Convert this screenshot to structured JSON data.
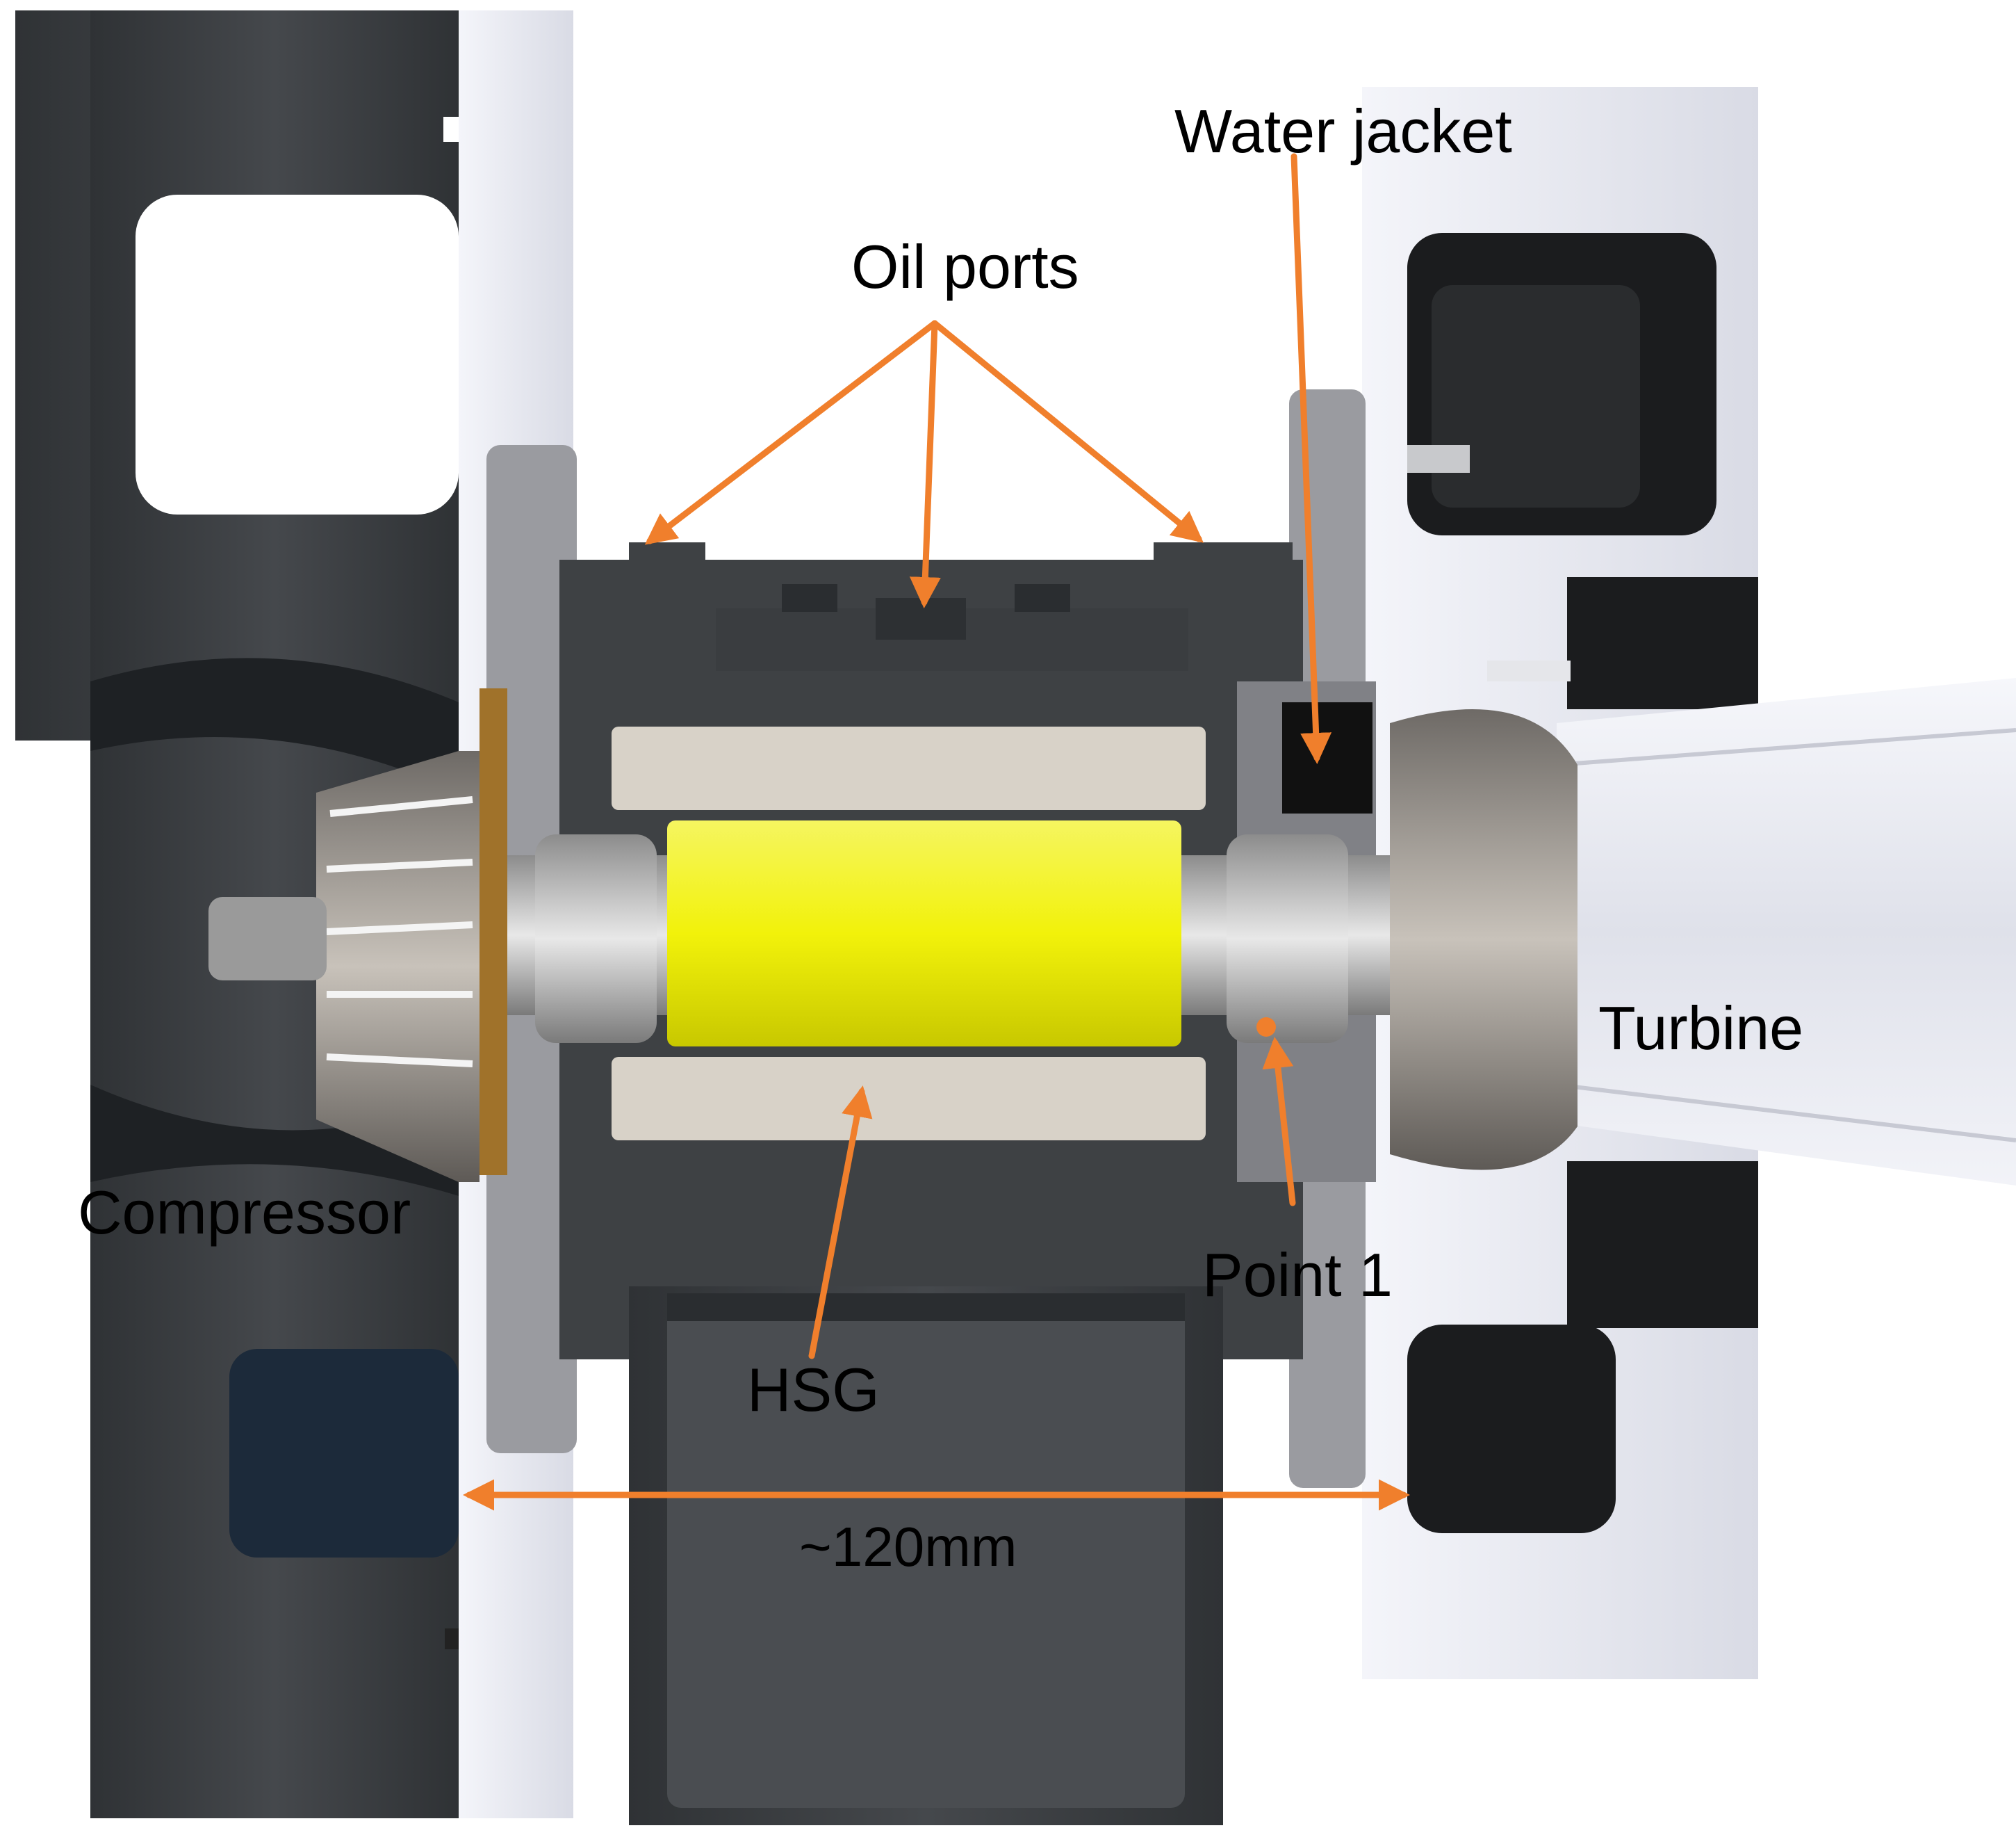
{
  "figure": {
    "labels": {
      "oil_ports": "Oil ports",
      "water_jacket": "Water jacket",
      "turbine": "Turbine",
      "compressor": "Compressor",
      "point_1": "Point 1",
      "hsg": "HSG",
      "dimension": "~120mm"
    },
    "colors": {
      "annotation_arrow": "#f07f2c",
      "rotor": "#f2f20a",
      "housing_dark": "#3c3f42",
      "housing_light": "#e6e8f0",
      "stator": "#d8d2c8",
      "metal": "#b9b9b9",
      "bronze": "#a0722a"
    }
  }
}
